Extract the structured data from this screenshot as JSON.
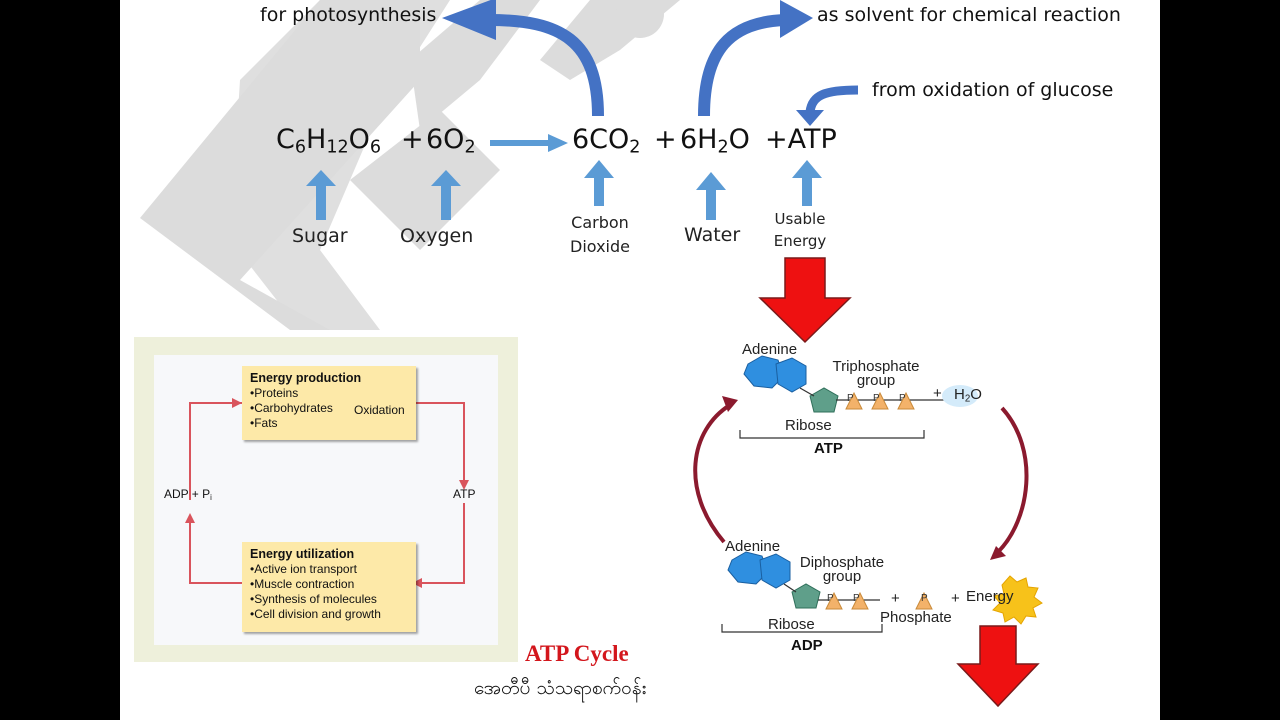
{
  "notes": {
    "photosynthesis": "for photosynthesis",
    "solvent": "as solvent for chemical reaction",
    "oxidation": "from oxidation of glucose"
  },
  "equation": {
    "glucose": {
      "main": "C",
      "s1": "6",
      "m2": "H",
      "s2": "12",
      "m3": "O",
      "s3": "6"
    },
    "plus1": "+",
    "oxygen": {
      "main": "6O",
      "sub": "2"
    },
    "co2": {
      "main": "6CO",
      "sub": "2"
    },
    "plus2": "+",
    "water": {
      "main": "6H",
      "sub": "2",
      "tail": "O"
    },
    "atp": "+ATP"
  },
  "labels": {
    "sugar": "Sugar",
    "oxygen": "Oxygen",
    "co2_line1": "Carbon",
    "co2_line2": "Dioxide",
    "water": "Water",
    "energy_line1": "Usable",
    "energy_line2": "Energy"
  },
  "left_diagram": {
    "production": {
      "title": "Energy production",
      "items": [
        "•Proteins",
        "•Carbohydrates",
        "•Fats"
      ],
      "process": "Oxidation"
    },
    "utilization": {
      "title": "Energy utilization",
      "items": [
        "•Active ion transport",
        "•Muscle contraction",
        "•Synthesis of molecules",
        "•Cell division and growth"
      ]
    },
    "left_label": {
      "main": "ADP + P",
      "sub": "i"
    },
    "right_label": "ATP"
  },
  "atp_cycle": {
    "top": {
      "adenine": "Adenine",
      "group_line1": "Triphosphate",
      "group_line2": "group",
      "ribose": "Ribose",
      "name": "ATP",
      "phosphate": "P",
      "plus": "+",
      "water": {
        "main": "H",
        "sub": "2",
        "tail": "O"
      }
    },
    "bottom": {
      "adenine": "Adenine",
      "group_line1": "Diphosphate",
      "group_line2": "group",
      "ribose": "Ribose",
      "name": "ADP",
      "phosphate": "P",
      "plus1": "+",
      "phosphate_label": "Phosphate",
      "plus2": "+",
      "energy": "Energy"
    }
  },
  "caption": {
    "title": "ATP Cycle",
    "subtitle": "အေတီပီ သံသရာစက်ဝန်း"
  },
  "colors": {
    "blue_arrow": "#4472c4",
    "light_blue_arrow": "#5b9bd5",
    "red_arrow": "#ee1111",
    "cycle_arrow": "#8b1a2e",
    "loop_arrow": "#e05560",
    "adenine": "#2f8fe0",
    "ribose": "#5f9f8a",
    "phosphate": "#f3b26a",
    "energy_burst": "#f7c21a"
  }
}
